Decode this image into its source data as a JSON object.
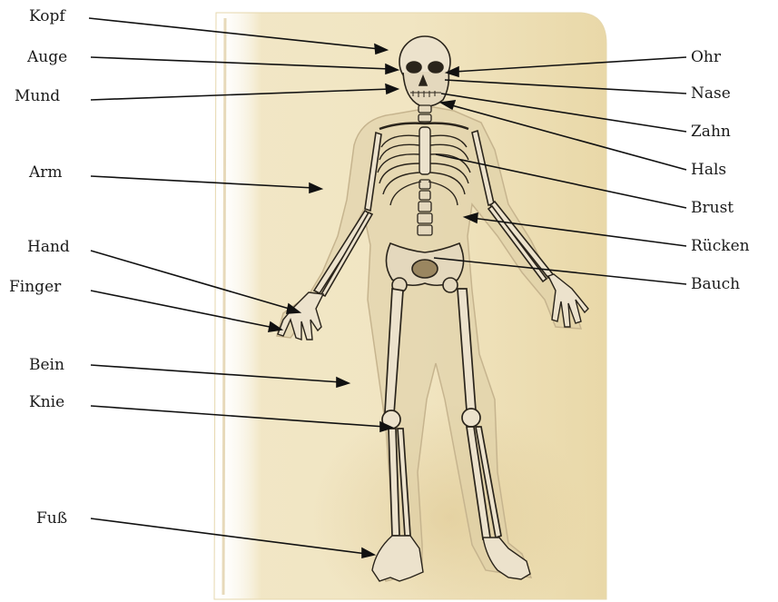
{
  "labels_left": [
    "Kopf",
    "Auge",
    "Mund",
    "Arm",
    "Hand",
    "Finger",
    "Bein",
    "Knie",
    "Fuß"
  ],
  "labels_right": [
    "Ohr",
    "Nase",
    "Zahn",
    "Hals",
    "Brust",
    "Rücken",
    "Bauch"
  ],
  "colors": {
    "paper": "#efe2bb",
    "paper_edge": "#e2cf9c",
    "bone": "#ece2cc",
    "bone_shade": "#9a8660",
    "ink": "#2a241b",
    "body_outline": "#c6b48e"
  }
}
